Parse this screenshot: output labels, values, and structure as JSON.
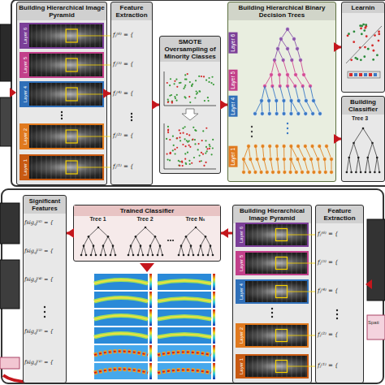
{
  "diagram": {
    "nodes": [
      {
        "text": [
          "Building Hierarchical Image Pyramid"
        ]
      },
      {
        "text": [
          "Layer 6"
        ],
        "in": 0
      },
      {
        "text": [
          "Layer 5"
        ],
        "in": 0
      },
      {
        "text": [
          "Layer 4"
        ],
        "in": 0
      },
      {
        "text": [
          "Layer 2"
        ],
        "in": 0
      },
      {
        "text": [
          "Layer 1"
        ],
        "in": 0
      },
      {
        "text": [
          "Feature Extraction"
        ]
      },
      {
        "text": [
          "SMOTE Oversampling of Minority Classes"
        ]
      },
      {
        "text": [
          "Building Hierarchical Binary Decision Trees"
        ]
      },
      {
        "text": [
          "Learnin"
        ]
      },
      {
        "text": [
          "Building Classifier"
        ]
      },
      {
        "text": [
          "Significant Features"
        ]
      },
      {
        "text": [
          "Trained Classifier"
        ]
      },
      {
        "text": [
          "Tree 1"
        ],
        "in": 12
      },
      {
        "text": [
          "Tree 2"
        ],
        "in": 12
      },
      {
        "text": [
          "Tree Nₜ"
        ],
        "in": 12
      },
      {
        "text": [
          "Building Hierarchical Image Pyramid"
        ]
      },
      {
        "text": [
          "Layer 6"
        ],
        "in": 16
      },
      {
        "text": [
          "Layer 5"
        ],
        "in": 16
      },
      {
        "text": [
          "Layer 4"
        ],
        "in": 16
      },
      {
        "text": [
          "Layer 2"
        ],
        "in": 16
      },
      {
        "text": [
          "Layer 1"
        ],
        "in": 16
      },
      {
        "text": [
          "Feature Extraction"
        ]
      }
    ],
    "edges": [
      {
        "from": 0,
        "to": 6,
        "arrow": "to"
      },
      {
        "from": 6,
        "to": 7,
        "arrow": "to"
      },
      {
        "from": 7,
        "to": 8,
        "arrow": "to"
      },
      {
        "from": 8,
        "to": 9,
        "arrow": "to"
      },
      {
        "from": 8,
        "to": 10,
        "arrow": "to"
      },
      {
        "from": 16,
        "to": 12,
        "arrow": "to"
      },
      {
        "from": 12,
        "to": 11,
        "arrow": "to"
      }
    ],
    "labels": [
      "fⱼ⁽⁶⁾ = {",
      "fⱼ⁽⁵⁾ = {",
      "fⱼ⁽⁴⁾ = {",
      "fⱼ⁽²⁾ = {",
      "fⱼ⁽¹⁾ = {",
      "Layer 6",
      "Layer 5",
      "Layer 4",
      "Layer 1",
      "Tree 3",
      "fsig,j⁽⁶⁾ = {",
      "fsig,j⁽⁵⁾ = {",
      "fsig,j⁽⁴⁾ = {",
      "fsig,j⁽²⁾ = {",
      "fsig,j⁽¹⁾ = {",
      "fⱼ⁽⁶⁾ = {",
      "fⱼ⁽⁵⁾ = {",
      "fⱼ⁽⁴⁾ = {",
      "fⱼ⁽²⁾ = {",
      "fⱼ⁽¹⁾ = {",
      "Spati"
    ]
  }
}
